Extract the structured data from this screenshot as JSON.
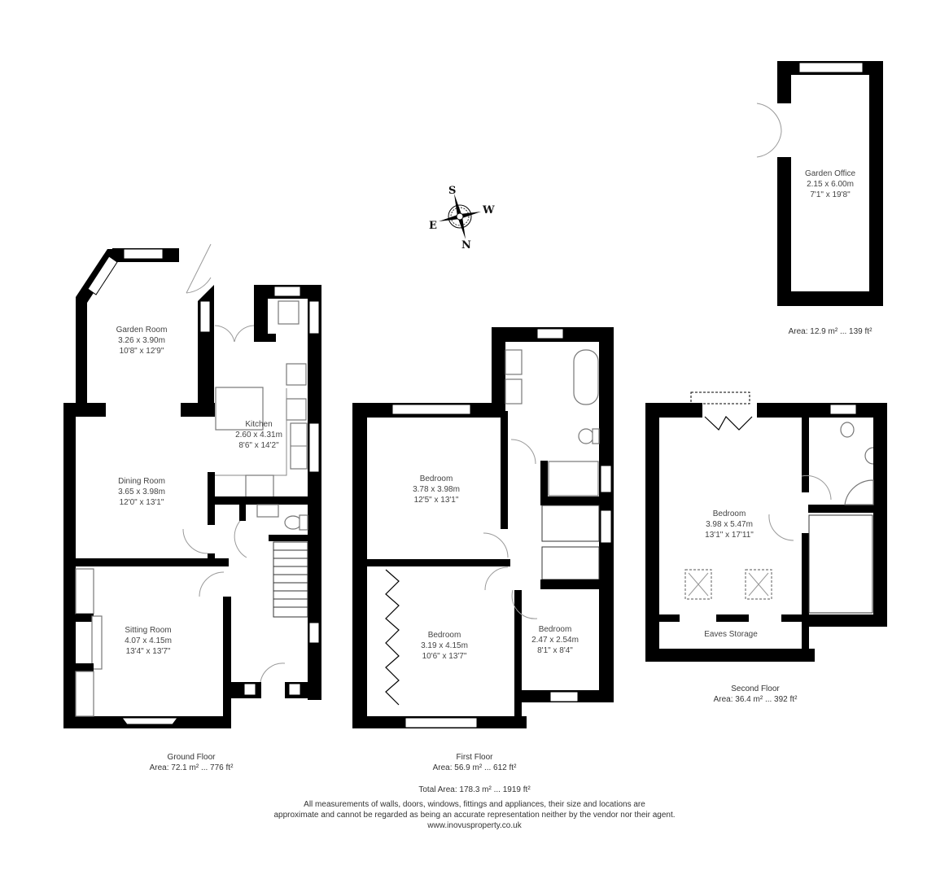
{
  "compass": {
    "top": "S",
    "right": "W",
    "left": "E",
    "bottom": "N"
  },
  "ground_floor": {
    "title": "Ground Floor",
    "area": "Area: 72.1 m² ... 776 ft²",
    "rooms": [
      {
        "name": "Garden Room",
        "metric": "3.26 x 3.90m",
        "imperial": "10'8\" x 12'9\""
      },
      {
        "name": "Kitchen",
        "metric": "2.60 x 4.31m",
        "imperial": "8'6\" x 14'2\""
      },
      {
        "name": "Dining Room",
        "metric": "3.65 x 3.98m",
        "imperial": "12'0\" x 13'1\""
      },
      {
        "name": "Sitting Room",
        "metric": "4.07 x 4.15m",
        "imperial": "13'4\" x 13'7\""
      }
    ]
  },
  "first_floor": {
    "title": "First Floor",
    "area": "Area: 56.9 m² ... 612 ft²",
    "rooms": [
      {
        "name": "Bedroom",
        "metric": "3.78 x 3.98m",
        "imperial": "12'5\" x 13'1\""
      },
      {
        "name": "Bedroom",
        "metric": "3.19 x 4.15m",
        "imperial": "10'6\" x 13'7\""
      },
      {
        "name": "Bedroom",
        "metric": "2.47 x 2.54m",
        "imperial": "8'1\" x 8'4\""
      }
    ]
  },
  "second_floor": {
    "title": "Second Floor",
    "area": "Area: 36.4 m² ... 392 ft²",
    "rooms": [
      {
        "name": "Bedroom",
        "metric": "3.98 x 5.47m",
        "imperial": "13'1\" x 17'11\""
      },
      {
        "name": "Eaves Storage"
      }
    ]
  },
  "garden_office": {
    "name": "Garden Office",
    "metric": "2.15 x 6.00m",
    "imperial": "7'1\" x 19'8\"",
    "area": "Area: 12.9 m² ... 139 ft²"
  },
  "footer": {
    "total_area": "Total Area: 178.3 m² ... 1919 ft²",
    "disclaimer_line1": "All measurements of walls, doors, windows, fittings and appliances, their size and locations are",
    "disclaimer_line2": "approximate and cannot be regarded as being an accurate representation neither by the vendor nor their agent.",
    "website": "www.inovusproperty.co.uk"
  }
}
